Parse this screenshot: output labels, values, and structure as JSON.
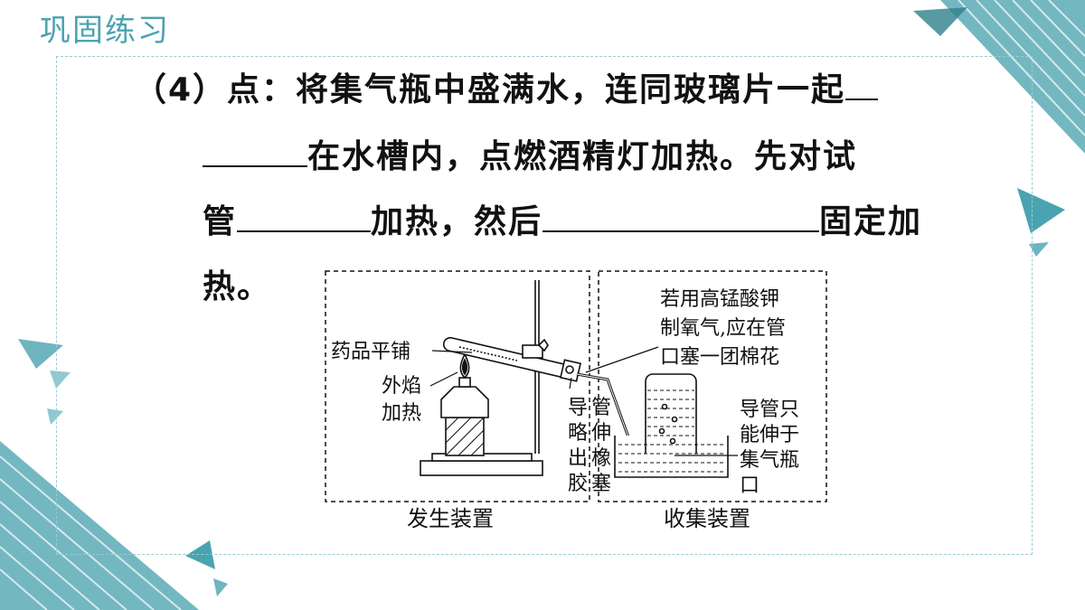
{
  "header": {
    "title": "巩固练习"
  },
  "question": {
    "line1": "（4）点：将集气瓶中盛满水，连同玻璃片一起",
    "line2": "在水槽内，点燃酒精灯加热。先对试",
    "line3_a": "管",
    "line3_b": "加热，然后",
    "line3_c": "固定加",
    "line4": "热。"
  },
  "figure": {
    "left_caption": "发生装置",
    "right_caption": "收集装置",
    "labels": {
      "yaopin": "药品平铺",
      "waiyan_1": "外焰",
      "waiyan_2": "加热",
      "daoguan_1": "导",
      "daoguan_2": "略",
      "daoguan_3": "出",
      "daoguan_4": "胶",
      "daoguan_5": "管",
      "daoguan_6": "伸",
      "daoguan_7": "橡",
      "daoguan_8": "塞",
      "mianhua_1": "若用高锰酸钾",
      "mianhua_2": "制氧气,应在管",
      "mianhua_3": "口塞一团棉花",
      "jiqi_1": "导管只",
      "jiqi_2": "能伸于",
      "jiqi_3": "集气瓶",
      "jiqi_4": "口"
    }
  },
  "colors": {
    "accent": "#4aa3b0",
    "dark_teal": "#2f7f8c",
    "frame": "#9bcbd3"
  }
}
